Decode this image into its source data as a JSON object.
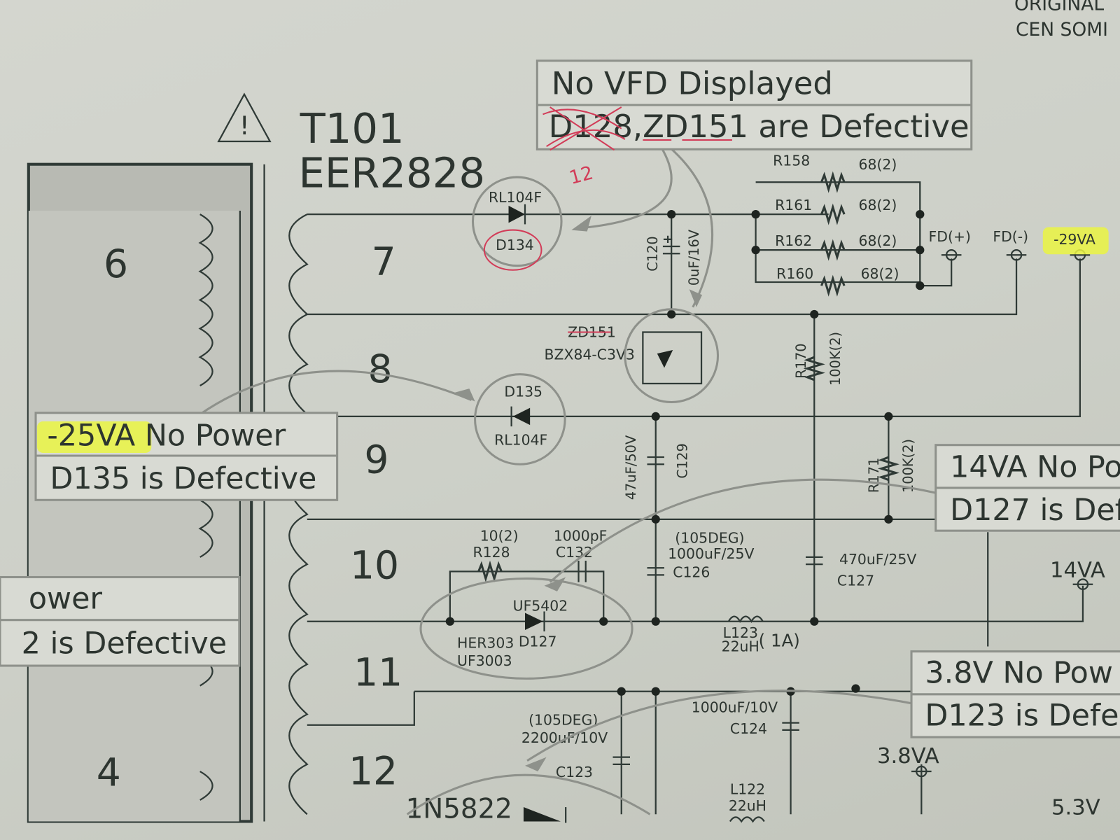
{
  "corner_text": [
    "ORIGINAL",
    "CEN SOMI"
  ],
  "transformer": {
    "ref": "T101",
    "part": "EER2828",
    "pins": [
      "6",
      "7",
      "8",
      "9",
      "10",
      "11",
      "12",
      "4"
    ],
    "warning_icon": "warning-triangle-icon"
  },
  "callouts": {
    "vfd": {
      "line1": "No VFD Displayed",
      "line2": "D128,ZD151 are Defective"
    },
    "v25": {
      "hl": "-25VA",
      "rest": " No Power",
      "line2": "D135 is Defective"
    },
    "v14": {
      "line1": "14VA No Po",
      "line2": "D127 is Def"
    },
    "v38": {
      "line1": "3.8V No Pow",
      "line2": "D123 is Defe"
    },
    "left": {
      "line1": "ower",
      "line2": "2 is Defective"
    }
  },
  "components": {
    "d134": {
      "type": "RL104F",
      "ref": "D134"
    },
    "c120": {
      "ref": "C120",
      "val": "0uF/16V"
    },
    "r158": {
      "ref": "R158",
      "val": "68(2)"
    },
    "r161": {
      "ref": "R161",
      "val": "68(2)"
    },
    "r162": {
      "ref": "R162",
      "val": "68(2)"
    },
    "r160": {
      "ref": "R160",
      "val": "68(2)"
    },
    "zd151": {
      "ref": "ZD151",
      "type": "BZX84-C3V3"
    },
    "r170": {
      "ref": "R170",
      "val": "100K(2)"
    },
    "d135": {
      "ref": "D135",
      "type": "RL104F"
    },
    "c129": {
      "ref": "C129",
      "val": "47uF/50V"
    },
    "r171": {
      "ref": "R171",
      "val": "100K(2)"
    },
    "r128": {
      "ref": "R128",
      "val": "10(2)"
    },
    "c132": {
      "ref": "C132",
      "val": "1000pF"
    },
    "c126": {
      "ref": "C126",
      "val": "1000uF/25V",
      "note": "(105DEG)"
    },
    "c127": {
      "ref": "C127",
      "val": "470uF/25V"
    },
    "d127": {
      "ref": "D127",
      "type": "UF5402",
      "alt1": "HER303",
      "alt2": "UF3003"
    },
    "l123": {
      "ref": "L123",
      "val": "22uH",
      "cur": "( 1A)"
    },
    "c124": {
      "ref": "C124",
      "val": "1000uF/10V"
    },
    "c123": {
      "ref": "C123",
      "val": "2200uF/10V",
      "note": "(105DEG)"
    },
    "l122": {
      "ref": "L122",
      "val": "22uH"
    },
    "d123": {
      "type": "1N5822"
    }
  },
  "terminals": {
    "fdp": "FD(+)",
    "fdm": "FD(-)",
    "v29": "-29VA",
    "v14": "14VA",
    "v38": "3.8VA",
    "v53": "5.3V"
  },
  "handwriting": "12"
}
